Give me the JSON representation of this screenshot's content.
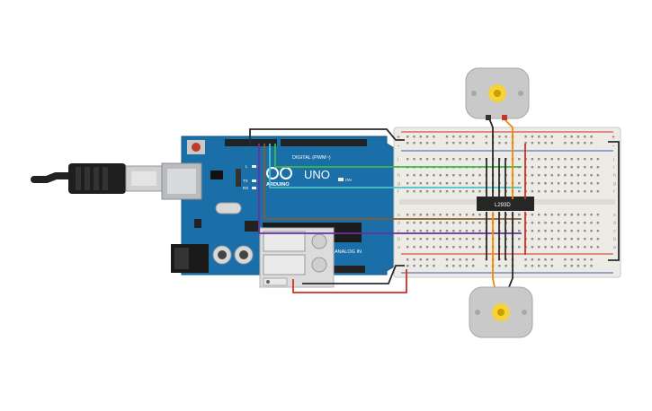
{
  "app": {
    "name": "",
    "view": "circuit"
  },
  "arduino": {
    "model_label": "UNO",
    "brand_label": "ARDUINO",
    "digital_header_label": "DIGITAL (PWM~)",
    "analog_header_label": "ANALOG IN",
    "on_label": "ON",
    "tx_label": "TX",
    "rx_label": "RX",
    "l_label": "L",
    "board_color": "#1b6fa8"
  },
  "driver_chip": {
    "label": "L293D"
  },
  "breadboard": {
    "plus_label": "+",
    "minus_label": "-",
    "row_letters_top": [
      "j",
      "i",
      "h",
      "g",
      "f"
    ],
    "row_letters_bottom": [
      "e",
      "d",
      "c",
      "b",
      "a"
    ]
  },
  "motors": [
    {
      "name": "motor-top"
    },
    {
      "name": "motor-bottom"
    }
  ],
  "relays": {
    "count": 2
  },
  "colors": {
    "wire_black": "#2b2b2b",
    "wire_red": "#d62d20",
    "wire_orange": "#f08a00",
    "wire_green": "#3fb84a",
    "wire_teal": "#4cc1c9",
    "wire_brown": "#8a5a2b",
    "wire_purple": "#6b2fa0",
    "board_blue": "#1b6fa8",
    "breadboard": "#ecebe6",
    "rail_red": "#d62d20",
    "rail_blue": "#3a5fb0"
  }
}
